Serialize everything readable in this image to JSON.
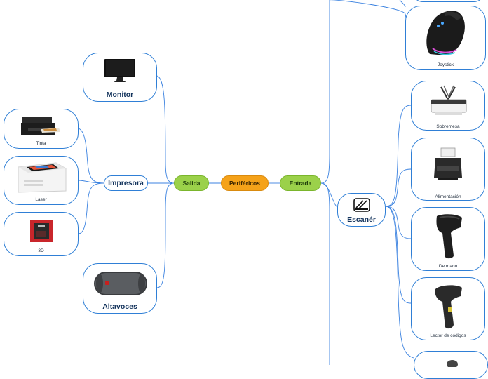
{
  "center": {
    "label": "Periféricos"
  },
  "branches": {
    "salida": {
      "label": "Salida"
    },
    "entrada": {
      "label": "Entrada"
    }
  },
  "salida_nodes": {
    "monitor": "Monitor",
    "impresora": "Impresora",
    "altavoces": "Altavoces"
  },
  "impresora_types": {
    "tinta": "Tinta",
    "laser": "Laser",
    "tres_d": "3D"
  },
  "entrada_nodes": {
    "joystick": "Joystick",
    "escaner": "Escanér"
  },
  "escaner_types": {
    "sobremesa": "Sobremesa",
    "alimentacion": "Alimentación",
    "de_mano": "De mano",
    "lector": "Lector de códigos"
  },
  "colors": {
    "connector": "#3b82e0",
    "card_border": "#2f7fd6",
    "branch_green": "#9bd14a",
    "center_orange": "#f5a219"
  }
}
